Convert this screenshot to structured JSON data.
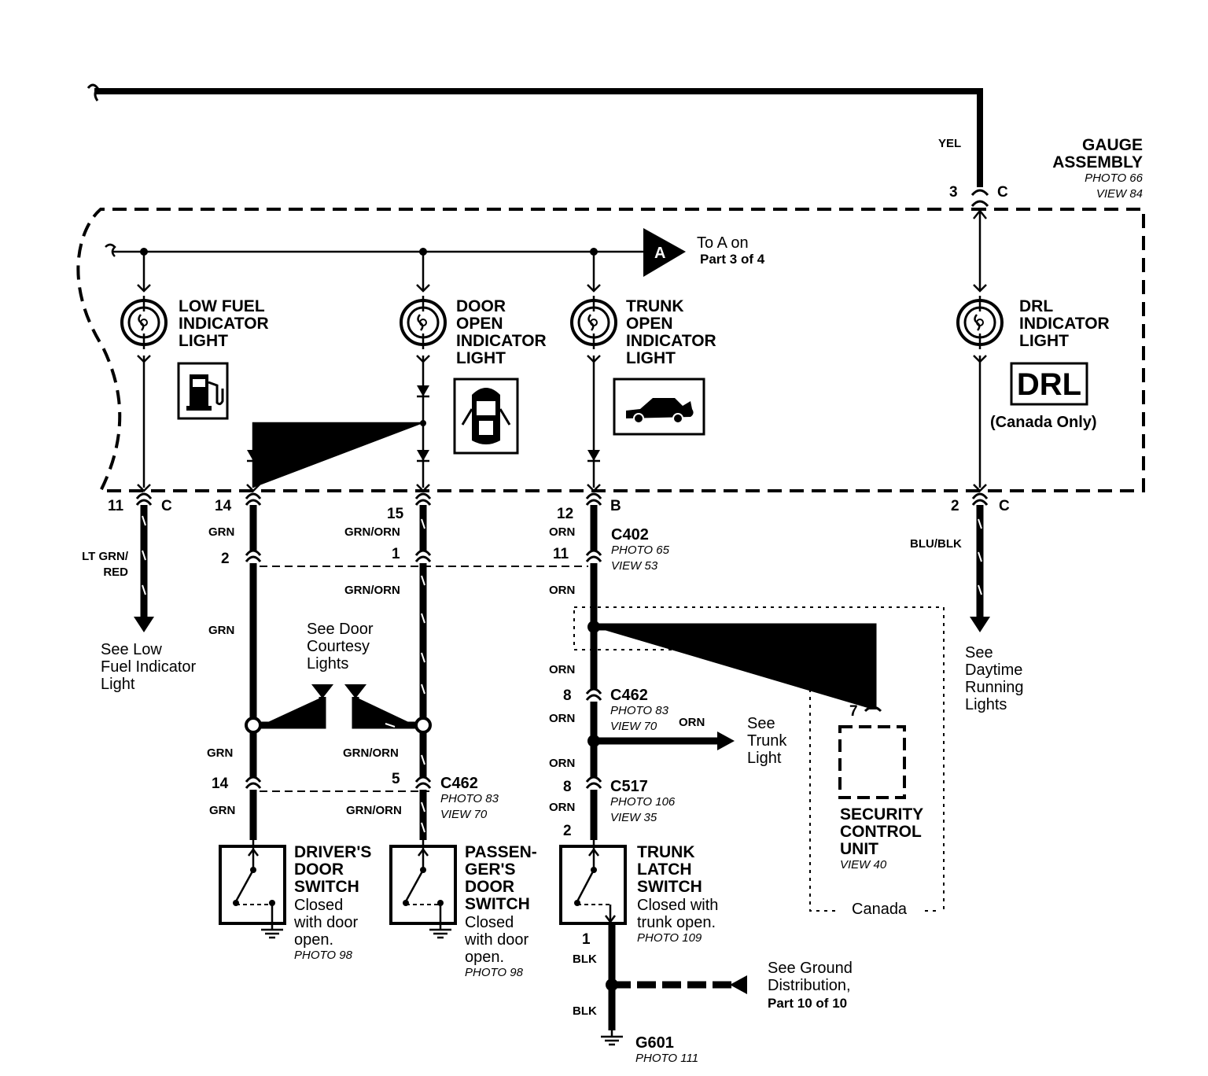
{
  "gauge_assembly": {
    "title_line1": "GAUGE",
    "title_line2": "ASSEMBLY",
    "photo": "PHOTO 66",
    "view": "VIEW 84"
  },
  "feed": {
    "wire": "YEL",
    "pin": "3",
    "connector": "C"
  },
  "to_a": {
    "line1": "To A on",
    "line2": "Part 3 of 4",
    "marker": "A"
  },
  "lamps": {
    "low_fuel": {
      "line1": "LOW FUEL",
      "line2": "INDICATOR",
      "line3": "LIGHT",
      "icon": "fuel-pump-icon"
    },
    "door_open": {
      "line1": "DOOR",
      "line2": "OPEN",
      "line3": "INDICATOR",
      "line4": "LIGHT",
      "icon": "car-top-view-icon"
    },
    "trunk_open": {
      "line1": "TRUNK",
      "line2": "OPEN",
      "line3": "INDICATOR",
      "line4": "LIGHT",
      "icon": "car-trunk-open-icon"
    },
    "drl": {
      "line1": "DRL",
      "line2": "INDICATOR",
      "line3": "LIGHT",
      "badge": "DRL",
      "note": "(Canada Only)"
    }
  },
  "pins_top": {
    "p11": "11",
    "c_left": "C",
    "p14": "14",
    "p15": "15",
    "p12": "12",
    "b": "B",
    "p2": "2",
    "c_right": "C"
  },
  "wires": {
    "lt_grn_red_1": "LT GRN/",
    "lt_grn_red_2": "RED",
    "grn": "GRN",
    "grn_orn": "GRN/ORN",
    "orn": "ORN",
    "blu_blk": "BLU/BLK",
    "blk": "BLK"
  },
  "c402": {
    "name": "C402",
    "photo": "PHOTO 65",
    "view": "VIEW 53",
    "pin_a": "2",
    "pin_b": "1",
    "pin_c": "11"
  },
  "notes": {
    "low_fuel_1": "See Low",
    "low_fuel_2": "Fuel Indicator",
    "low_fuel_3": "Light",
    "courtesy_1": "See Door",
    "courtesy_2": "Courtesy",
    "courtesy_3": "Lights",
    "drl_1": "See",
    "drl_2": "Daytime",
    "drl_3": "Running",
    "drl_4": "Lights",
    "trunk_1": "See",
    "trunk_2": "Trunk",
    "trunk_3": "Light",
    "ground_1": "See Ground",
    "ground_2": "Distribution,",
    "ground_3": "Part 10 of 10"
  },
  "c462_a": {
    "name": "C462",
    "photo": "PHOTO 83",
    "view": "VIEW 70",
    "pin": "8"
  },
  "c462_b": {
    "name": "C462",
    "photo": "PHOTO 83",
    "view": "VIEW 70",
    "pin_a": "14",
    "pin_b": "5"
  },
  "c517": {
    "name": "C517",
    "photo": "PHOTO 106",
    "view": "VIEW 35",
    "pin_top": "8",
    "pin_bottom": "2"
  },
  "security": {
    "line1": "SECURITY",
    "line2": "CONTROL",
    "line3": "UNIT",
    "view": "VIEW 40",
    "pin": "7",
    "region": "Canada"
  },
  "switches": {
    "driver": {
      "line1": "DRIVER'S",
      "line2": "DOOR",
      "line3": "SWITCH",
      "line4": "Closed",
      "line5": "with door",
      "line6": "open.",
      "photo": "PHOTO 98"
    },
    "passenger": {
      "line1": "PASSEN-",
      "line2": "GER'S",
      "line3": "DOOR",
      "line4": "SWITCH",
      "line5": "Closed",
      "line6": "with door",
      "line7": "open.",
      "photo": "PHOTO 98"
    },
    "trunk": {
      "line1": "TRUNK",
      "line2": "LATCH",
      "line3": "SWITCH",
      "line4": "Closed with",
      "line5": "trunk open.",
      "photo": "PHOTO 109",
      "pin": "1"
    }
  },
  "ground": {
    "name": "G601",
    "photo": "PHOTO 111"
  }
}
